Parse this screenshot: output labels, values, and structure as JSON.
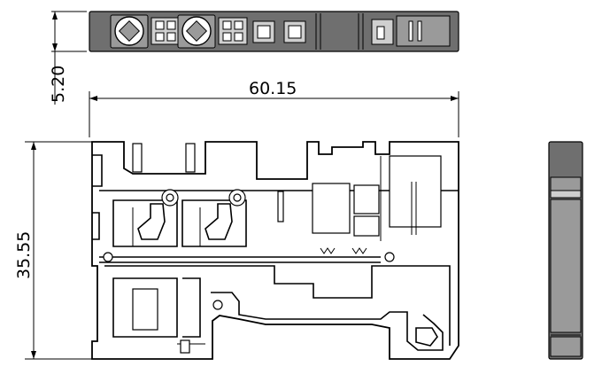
{
  "dimensions": {
    "height_top_view": "5.20",
    "width": "60.15",
    "height_front_view": "35.55"
  },
  "colors": {
    "housing_dark": "#6f6f6f",
    "housing_mid": "#9a9a9a",
    "housing_light": "#cfcfcf",
    "line": "#000000"
  }
}
